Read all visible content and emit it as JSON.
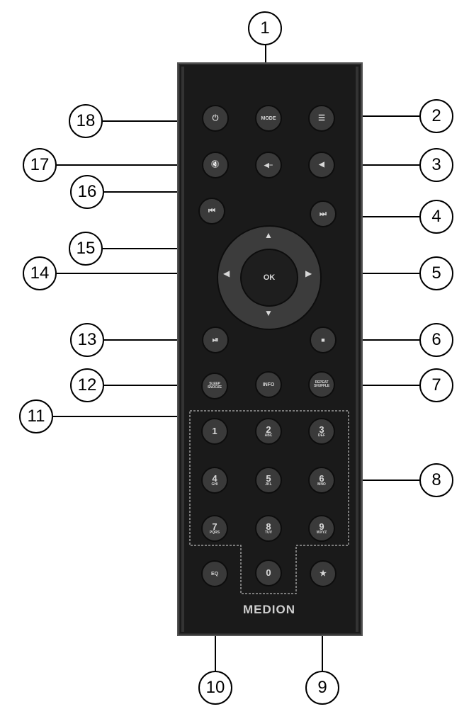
{
  "remote": {
    "brand": "MEDION",
    "buttons": {
      "power": {
        "icon": "power-icon",
        "glyph": "⏻"
      },
      "mode": {
        "label": "MODE"
      },
      "menu": {
        "icon": "menu-icon",
        "glyph": "☰"
      },
      "mute": {
        "icon": "mute-icon",
        "glyph": "🔇"
      },
      "vol_down": {
        "icon": "volume-down-icon",
        "glyph": "◀−"
      },
      "vol_up": {
        "icon": "volume-up-icon",
        "glyph": "◀"
      },
      "prev": {
        "icon": "previous-track-icon",
        "glyph": "⏮"
      },
      "next": {
        "icon": "next-track-icon",
        "glyph": "⏭"
      },
      "ok": {
        "label": "OK"
      },
      "play_pause": {
        "icon": "play-pause-icon",
        "glyph": "⏯"
      },
      "stop": {
        "icon": "stop-icon",
        "glyph": "■"
      },
      "sleep": {
        "label": "SLEEP",
        "label2": "SNOOZE"
      },
      "info": {
        "label": "INFO"
      },
      "repeat": {
        "label": "REPEAT",
        "label2": "SHUFFLE"
      },
      "eq": {
        "label": "EQ"
      },
      "favorite": {
        "icon": "star-icon",
        "glyph": "★"
      }
    },
    "numpad": [
      {
        "digit": "1",
        "sub": ""
      },
      {
        "digit": "2",
        "sub": "ABC"
      },
      {
        "digit": "3",
        "sub": "DEF"
      },
      {
        "digit": "4",
        "sub": "GHI"
      },
      {
        "digit": "5",
        "sub": "JKL"
      },
      {
        "digit": "6",
        "sub": "MNO"
      },
      {
        "digit": "7",
        "sub": "PQRS"
      },
      {
        "digit": "8",
        "sub": "TUV"
      },
      {
        "digit": "9",
        "sub": "WXYZ"
      },
      {
        "digit": "0",
        "sub": ""
      }
    ]
  },
  "callouts": [
    "1",
    "2",
    "3",
    "4",
    "5",
    "6",
    "7",
    "8",
    "9",
    "10",
    "11",
    "12",
    "13",
    "14",
    "15",
    "16",
    "17",
    "18"
  ]
}
